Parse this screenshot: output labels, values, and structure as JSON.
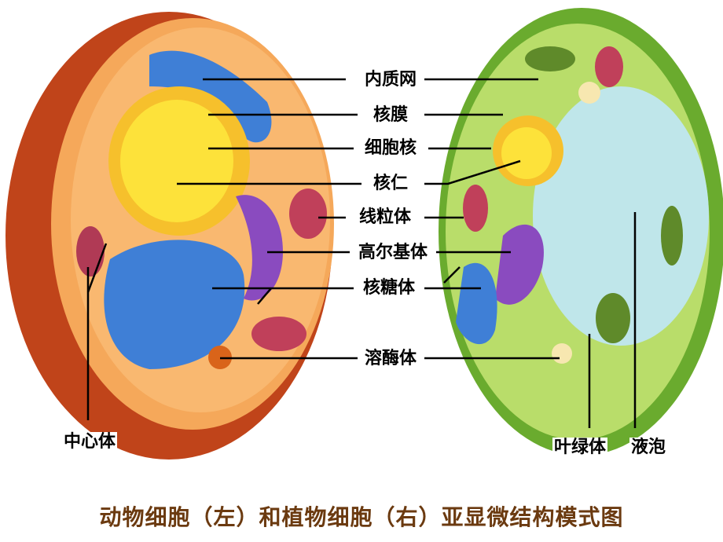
{
  "labels": {
    "er": "内质网",
    "nuclear_envelope": "核膜",
    "nucleus": "细胞核",
    "nucleolus": "核仁",
    "mitochondrion": "线粒体",
    "golgi": "高尔基体",
    "ribosome": "核糖体",
    "lysosome": "溶酶体",
    "centrosome": "中心体",
    "chloroplast": "叶绿体",
    "vacuole": "液泡"
  },
  "caption": "动物细胞（左）和植物细胞（右）亚显微结构模式图",
  "colors": {
    "caption": "#6b3a10",
    "animal_membrane": "#c0441a",
    "animal_cytoplasm": "#f5a85a",
    "plant_wall": "#7cb83a",
    "vacuole": "#bfe6ea"
  }
}
